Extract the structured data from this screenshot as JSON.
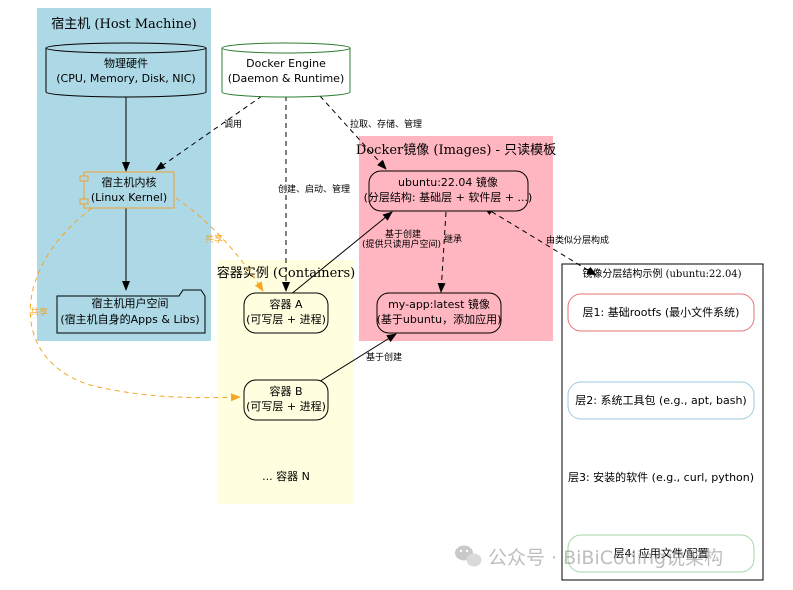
{
  "clusters": {
    "host": "宿主机 (Host Machine)",
    "images": "Docker镜像 (Images) - 只读模板",
    "containers": "容器实例 (Containers)",
    "layers": "镜像分层结构示例 (ubuntu:22.04)"
  },
  "nodes": {
    "hardware": {
      "line1": "物理硬件",
      "line2": "(CPU, Memory, Disk, NIC)"
    },
    "engine": {
      "line1": "Docker Engine",
      "line2": "(Daemon & Runtime)"
    },
    "kernel": {
      "line1": "宿主机内核",
      "line2": "(Linux Kernel)"
    },
    "userspace": {
      "line1": "宿主机用户空间",
      "line2": "(宿主机自身的Apps & Libs)"
    },
    "ubuntu_image": {
      "line1": "ubuntu:22.04 镜像",
      "line2": "(分层结构: 基础层 + 软件层 + ...)"
    },
    "myapp_image": {
      "line1": "my-app:latest 镜像",
      "line2": "(基于ubuntu，添加应用)"
    },
    "container_a": {
      "line1": "容器 A",
      "line2": "(可写层 + 进程)"
    },
    "container_b": {
      "line1": "容器 B",
      "line2": "(可写层 + 进程)"
    },
    "container_n": "... 容器 N",
    "layer1": "层1: 基础rootfs (最小文件系统)",
    "layer2": "层2: 系统工具包 (e.g., apt, bash)",
    "layer3": "层3: 安装的软件 (e.g., curl, python)",
    "layer4": "层4: 应用文件/配置"
  },
  "edges": {
    "call": "调用",
    "pull": "拉取、存储、管理",
    "create_start": "创建、启动、管理",
    "share1": "共享",
    "share2": "共享",
    "based_create": "基于创建",
    "based_create_sub": "(提供只读用户空间)",
    "inherit": "继承",
    "layered": "由类似分层构成",
    "based_create_b": "基于创建"
  },
  "watermark": "公众号 · BiBiCoding说架构",
  "colors": {
    "host_bg": "#add8e6",
    "images_bg": "#ffb6c1",
    "containers_bg": "#ffffe0",
    "engine_border": "#2e7d32",
    "kernel_border": "#f0a030",
    "share_edge": "#f5a623",
    "layer1_border": "#e57373",
    "layer2_border": "#9ecae1",
    "layer4_border": "#a5d6a7"
  }
}
